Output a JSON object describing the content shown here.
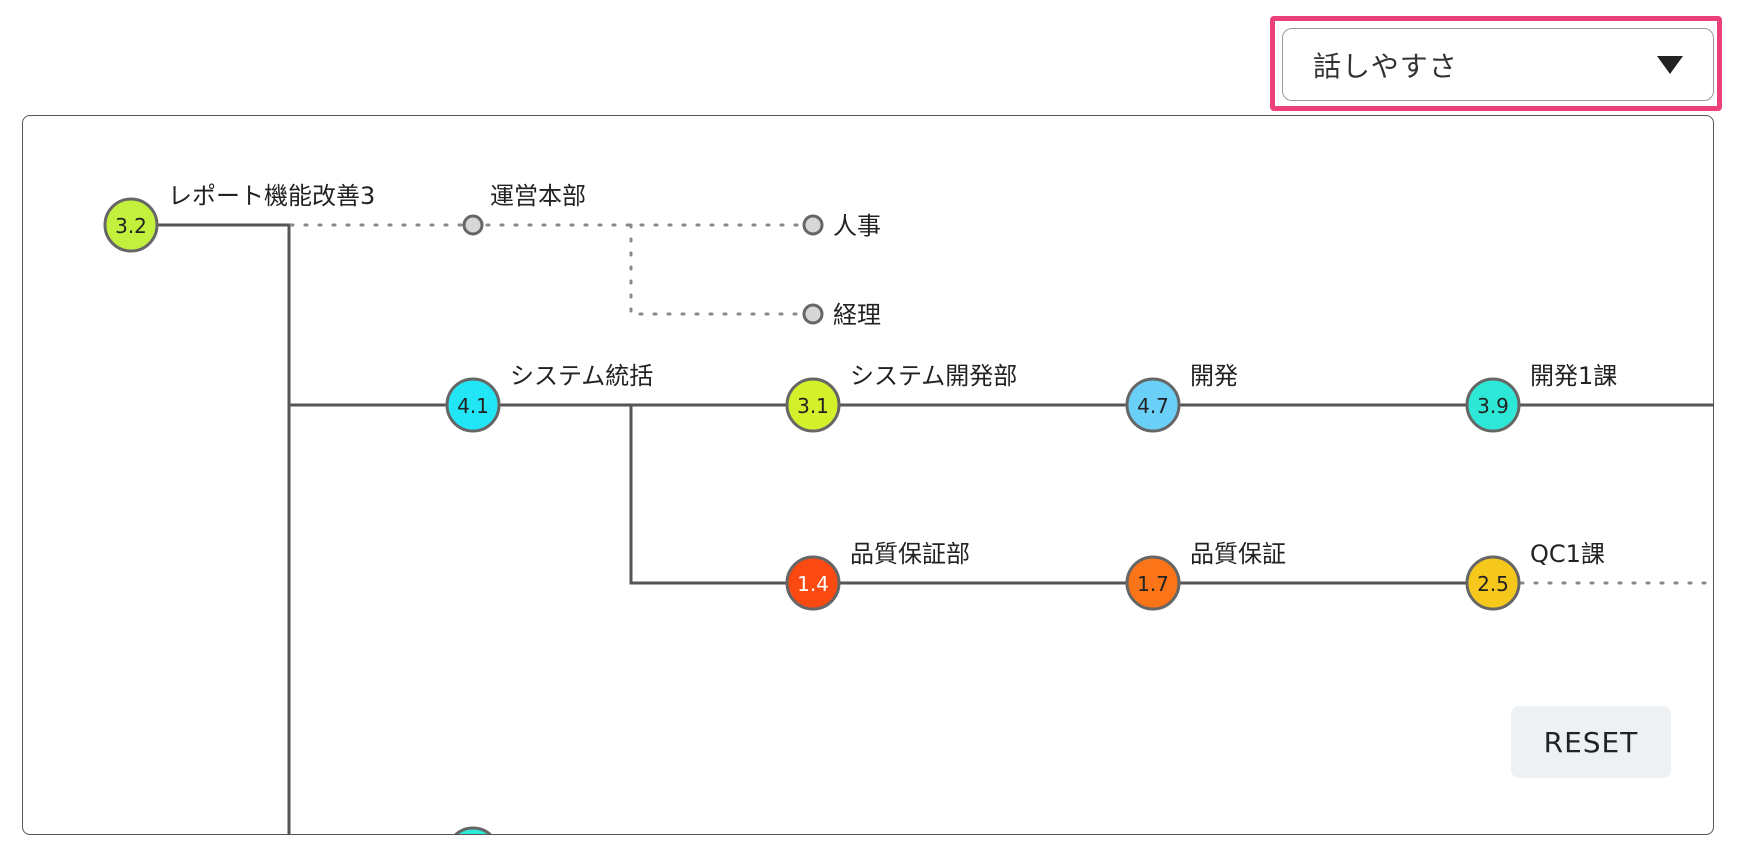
{
  "metric_select": {
    "value": "話しやすさ"
  },
  "reset_label": "RESET",
  "colors": {
    "highlight": "#ec407a",
    "line": "#555555",
    "dotted": "#888888"
  },
  "nodes": [
    {
      "id": "n-report",
      "label": "レポート機能改善3",
      "score": "3.2",
      "color": "#c2f03c",
      "score_color": "#222"
    },
    {
      "id": "n-unei",
      "label": "運営本部",
      "score": null,
      "color": "#d7d7d7"
    },
    {
      "id": "n-jinji",
      "label": "人事",
      "score": null,
      "color": "#d7d7d7"
    },
    {
      "id": "n-keiri",
      "label": "経理",
      "score": null,
      "color": "#d7d7d7"
    },
    {
      "id": "n-system",
      "label": "システム統括",
      "score": "4.1",
      "color": "#22e6f5",
      "score_color": "#222"
    },
    {
      "id": "n-sysdev",
      "label": "システム開発部",
      "score": "3.1",
      "color": "#d4f02a",
      "score_color": "#222"
    },
    {
      "id": "n-kaihatsu",
      "label": "開発",
      "score": "4.7",
      "color": "#6bd0f7",
      "score_color": "#222"
    },
    {
      "id": "n-kaihatsu1",
      "label": "開発1課",
      "score": "3.9",
      "color": "#2de8d6",
      "score_color": "#222"
    },
    {
      "id": "n-qa",
      "label": "品質保証部",
      "score": "1.4",
      "color": "#fa4a12",
      "score_color": "#ffffff"
    },
    {
      "id": "n-qa2",
      "label": "品質保証",
      "score": "1.7",
      "color": "#fb7418",
      "score_color": "#222"
    },
    {
      "id": "n-qc1",
      "label": "QC1課",
      "score": "2.5",
      "color": "#f7c81c",
      "score_color": "#222"
    }
  ]
}
